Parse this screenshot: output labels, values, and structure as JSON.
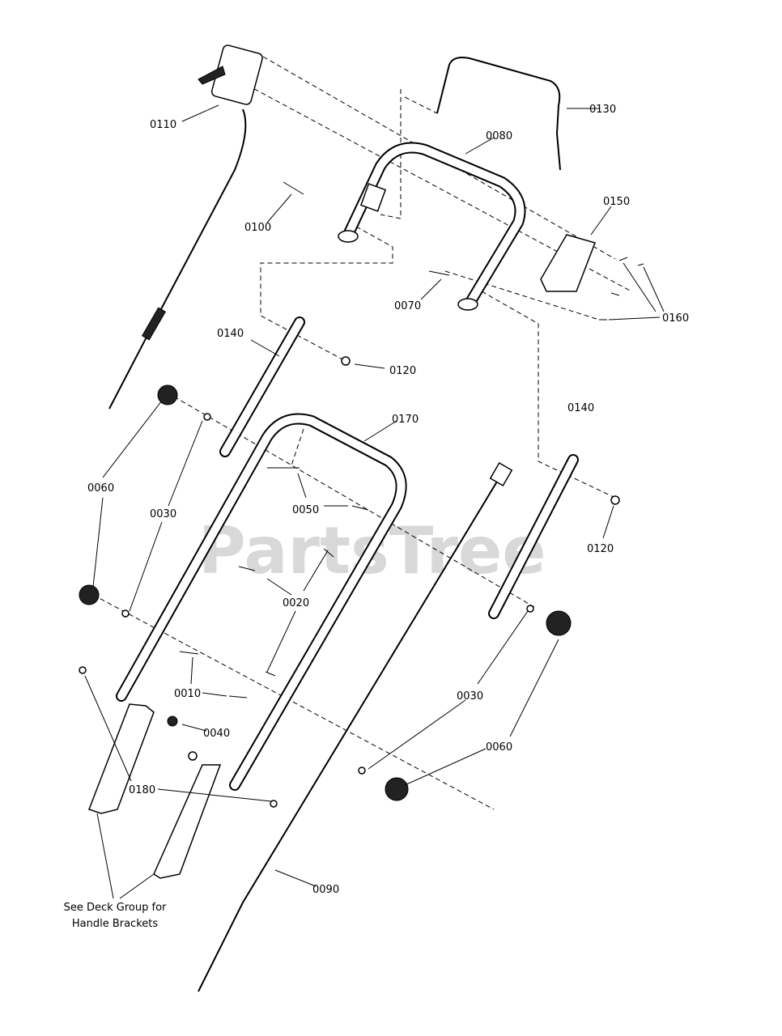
{
  "watermark": "PartsTree",
  "labels": {
    "p0110": "0110",
    "p0130": "0130",
    "p0080": "0080",
    "p0150": "0150",
    "p0100": "0100",
    "p0070": "0070",
    "p0160": "0160",
    "p0140a": "0140",
    "p0120a": "0120",
    "p0140b": "0140",
    "p0170": "0170",
    "p0060a": "0060",
    "p0030a": "0030",
    "p0050": "0050",
    "p0120b": "0120",
    "p0020": "0020",
    "p0010": "0010",
    "p0030b": "0030",
    "p0040": "0040",
    "p0060b": "0060",
    "p0180": "0180",
    "p0090": "0090"
  },
  "note": [
    "See Deck Group for",
    "Handle Brackets"
  ]
}
